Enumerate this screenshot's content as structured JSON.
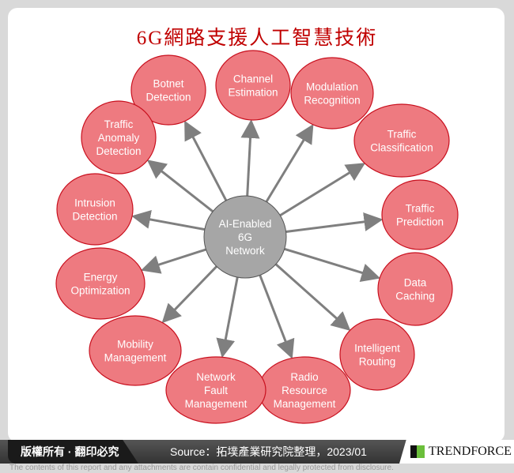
{
  "title": "6G網路支援人工智慧技術",
  "center": {
    "lines": [
      "AI-Enabled",
      "6G",
      "Network"
    ]
  },
  "nodes": [
    {
      "lines": [
        "Botnet",
        "Detection"
      ]
    },
    {
      "lines": [
        "Channel",
        "Estimation"
      ]
    },
    {
      "lines": [
        "Modulation",
        "Recognition"
      ]
    },
    {
      "lines": [
        "Traffic",
        "Classification"
      ]
    },
    {
      "lines": [
        "Traffic",
        "Prediction"
      ]
    },
    {
      "lines": [
        "Data",
        "Caching"
      ]
    },
    {
      "lines": [
        "Intelligent",
        "Routing"
      ]
    },
    {
      "lines": [
        "Radio",
        "Resource",
        "Management"
      ]
    },
    {
      "lines": [
        "Network",
        "Fault",
        "Management"
      ]
    },
    {
      "lines": [
        "Mobility",
        "Management"
      ]
    },
    {
      "lines": [
        "Energy",
        "Optimization"
      ]
    },
    {
      "lines": [
        "Intrusion",
        "Detection"
      ]
    },
    {
      "lines": [
        "Traffic",
        "Anomaly",
        "Detection"
      ]
    }
  ],
  "colors": {
    "node_fill": "#ee7a80",
    "node_stroke": "#c8101e",
    "center_fill": "#a6a6a6",
    "arrow": "#7f7f7f",
    "title": "#c00000"
  },
  "footer": {
    "rights": "版權所有 · 翻印必究",
    "source": "Source：拓墣產業研究院整理，2023/01",
    "brand": "TRENDFORCE",
    "disclaimer": "The contents of this report and any attachments are contain confidential and legally protected from disclosure."
  }
}
